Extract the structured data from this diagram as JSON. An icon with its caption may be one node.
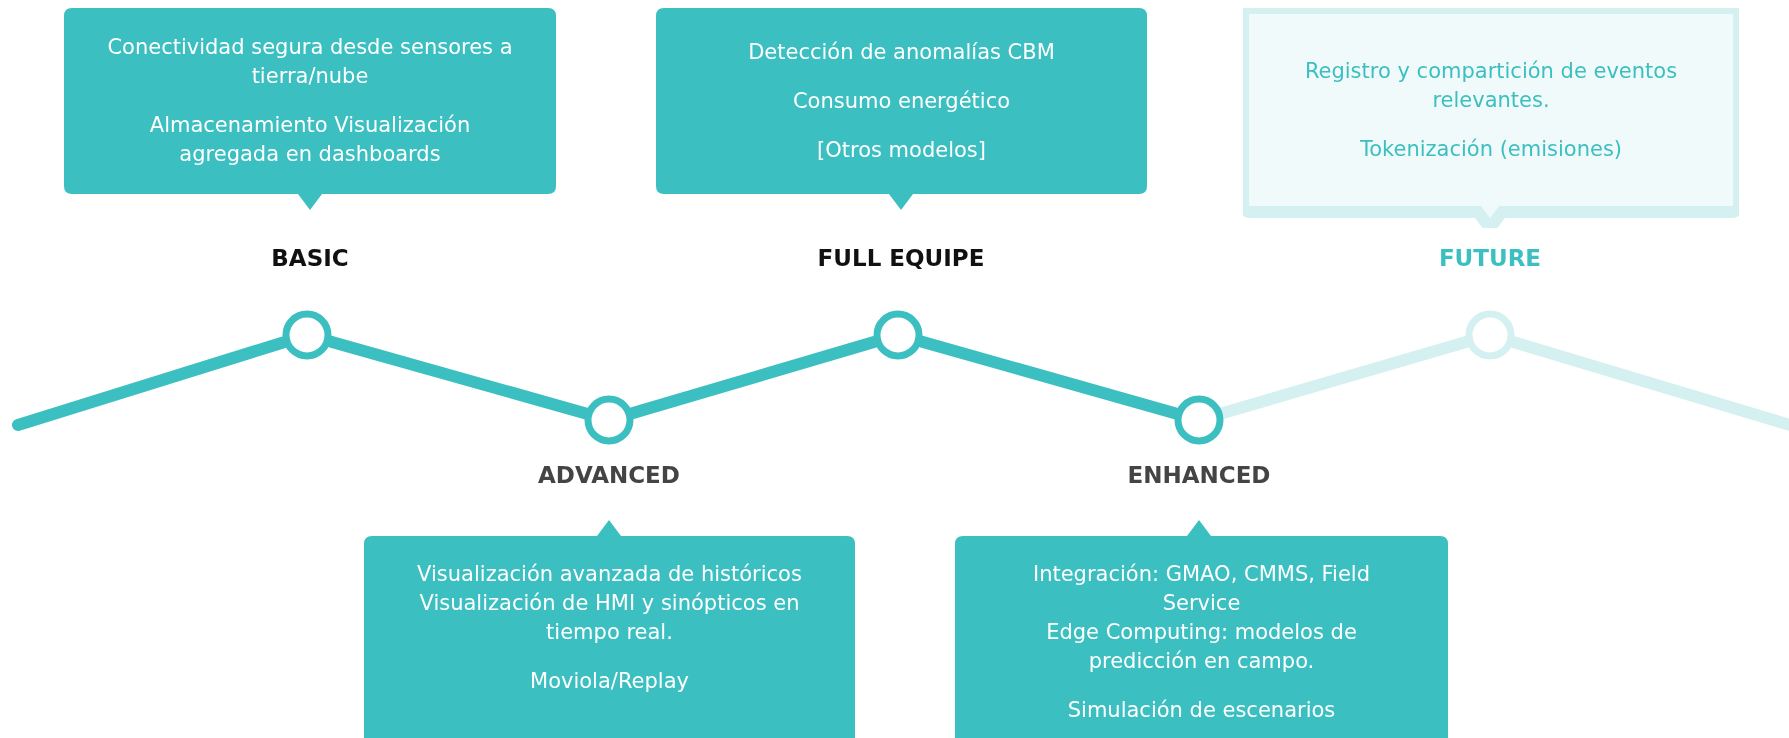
{
  "diagram": {
    "nodes": [
      {
        "text": [
          "Conectividad segura desde sensores a tierra/nube",
          "Almacenamiento Visualización agregada en dashboards"
        ],
        "beside": [
          "BASIC"
        ]
      },
      {
        "text": [],
        "shape": "circle"
      },
      {
        "text": [],
        "shape": "circle"
      },
      {
        "text": [
          "Visualización avanzada de históricos",
          "Visualización de HMI y sinópticos en tiempo real.",
          "Moviola/Replay"
        ],
        "beside": [
          "ADVANCED"
        ]
      },
      {
        "text": [
          "Detección de anomalías CBM",
          "Consumo energético",
          "[Otros modelos]"
        ],
        "beside": [
          "FULL EQUIPE"
        ]
      },
      {
        "text": [],
        "shape": "circle"
      },
      {
        "text": [],
        "shape": "circle"
      },
      {
        "text": [
          "Integración: GMAO, CMMS, Field Service",
          "Edge Computing: modelos de predicción en campo.",
          "Simulación de escenarios"
        ],
        "beside": [
          "ENHANCED"
        ]
      },
      {
        "text": [
          "Registro y compartición de eventos relevantes.",
          "Tokenización (emisiones)"
        ],
        "beside": [
          "FUTURE"
        ]
      },
      {
        "text": [],
        "shape": "circle"
      }
    ],
    "edges": [
      {
        "from": null,
        "to": 1,
        "arrow": "none"
      },
      {
        "from": 1,
        "to": 2,
        "arrow": "none"
      },
      {
        "from": 2,
        "to": 5,
        "arrow": "none"
      },
      {
        "from": 5,
        "to": 6,
        "arrow": "none"
      },
      {
        "from": 6,
        "to": 9,
        "arrow": "none",
        "color": "#d5f0f0"
      },
      {
        "from": 9,
        "to": null,
        "arrow": "none",
        "color": "#d5f0f0"
      }
    ]
  }
}
